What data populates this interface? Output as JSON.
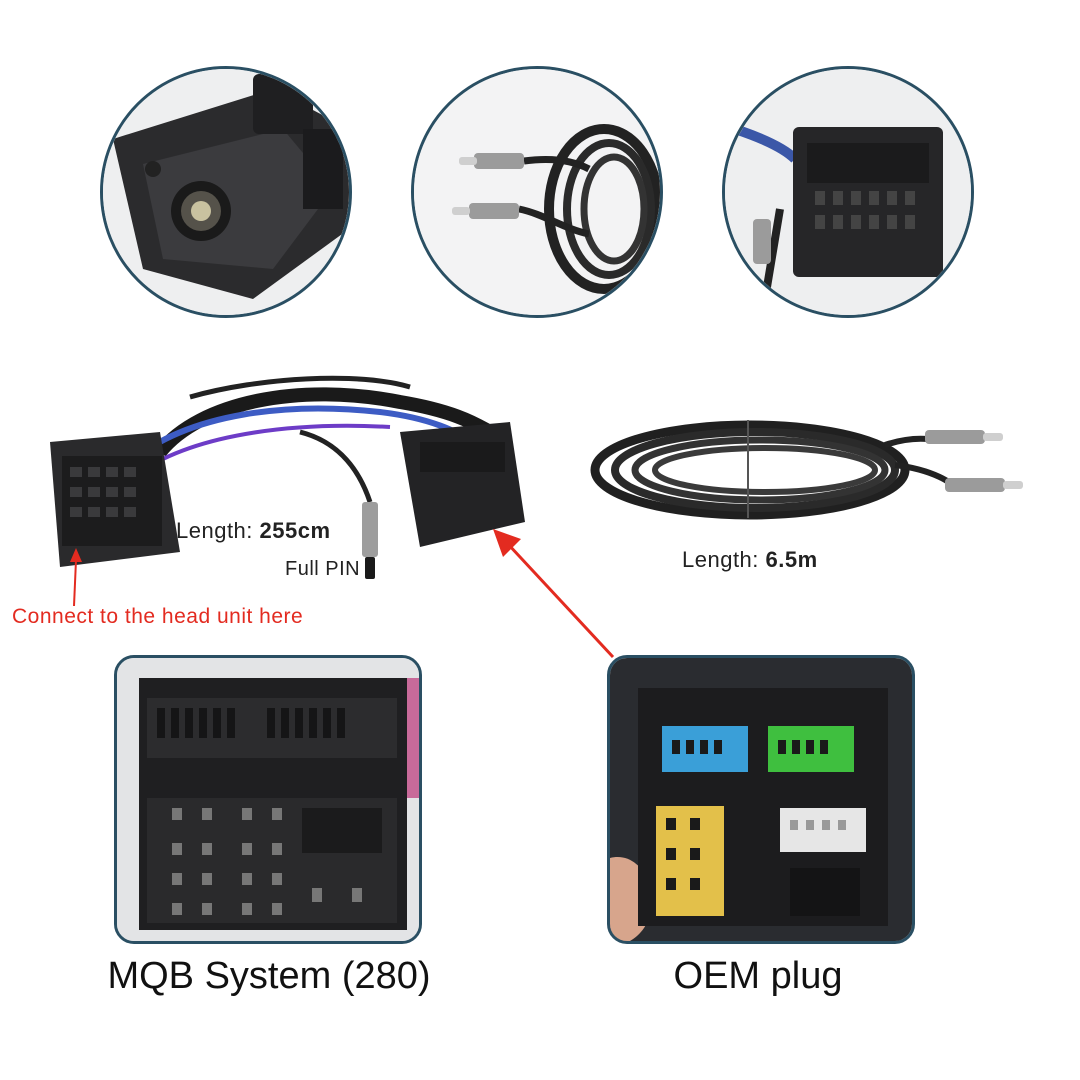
{
  "labels": {
    "length_harness_prefix": "Length:",
    "length_harness_value": "255cm",
    "full_pin": "Full PIN",
    "length_cable_prefix": "Length:",
    "length_cable_value": "6.5m",
    "connect_note": "Connect to the head unit here"
  },
  "captions": {
    "mqb": "MQB System (280)",
    "oem": "OEM plug"
  },
  "colors": {
    "accent_border": "#2a4f63",
    "arrow_red": "#e32b20",
    "connector_blue": "#3a9fd8",
    "connector_green": "#3fbf3f",
    "connector_yellow": "#e3c04a",
    "connector_white": "#e6e6e6"
  },
  "icons": [
    "camera-image",
    "extension-cable-image",
    "connector-image",
    "harness-image",
    "coiled-cable-image",
    "mqb-connector-image",
    "oem-plug-image"
  ]
}
